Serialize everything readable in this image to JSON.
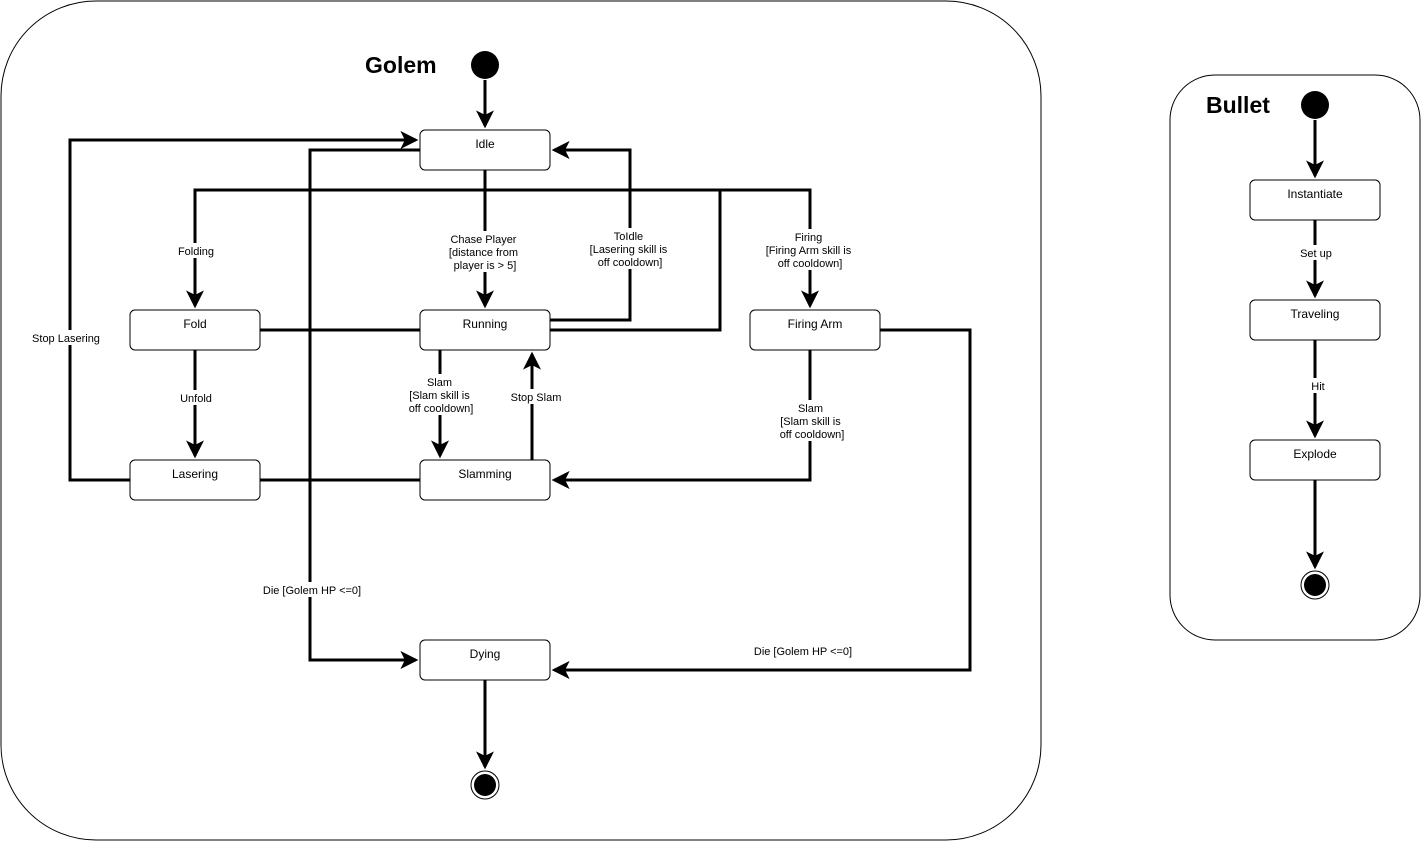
{
  "golem": {
    "title": "Golem",
    "states": {
      "idle": "Idle",
      "fold": "Fold",
      "running": "Running",
      "firing_arm": "Firing Arm",
      "lasering": "Lasering",
      "slamming": "Slamming",
      "dying": "Dying"
    },
    "transitions": {
      "folding": [
        "Folding"
      ],
      "unfold": [
        "Unfold"
      ],
      "stop_lasering": [
        "Stop Lasering"
      ],
      "chase_player": [
        "Chase Player",
        "[distance from",
        "player is > 5]"
      ],
      "to_idle": [
        "ToIdle",
        "[Lasering skill is",
        "off cooldown]"
      ],
      "firing": [
        "Firing",
        "[Firing Arm skill is",
        "off cooldown]"
      ],
      "slam_running": [
        "Slam",
        "[Slam skill is",
        "off cooldown]"
      ],
      "stop_slam": [
        "Stop Slam"
      ],
      "slam_firing": [
        "Slam",
        "[Slam skill is",
        "off cooldown]"
      ],
      "die_left": [
        "Die [Golem HP <=0]"
      ],
      "die_right": [
        "Die [Golem HP <=0]"
      ]
    }
  },
  "bullet": {
    "title": "Bullet",
    "states": {
      "instantiate": "Instantiate",
      "traveling": "Traveling",
      "explode": "Explode"
    },
    "transitions": {
      "set_up": [
        "Set up"
      ],
      "hit": [
        "Hit"
      ]
    }
  }
}
